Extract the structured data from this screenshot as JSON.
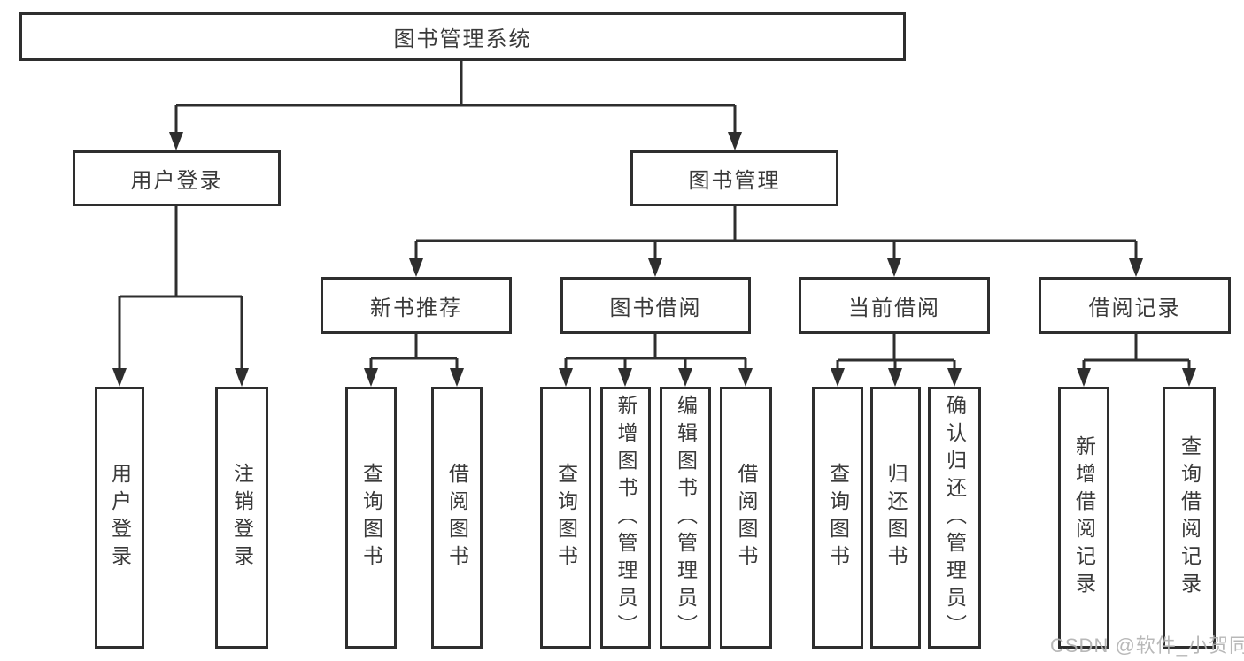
{
  "tree": {
    "root": "图书管理系统",
    "branches": [
      {
        "label": "用户登录",
        "leaves": [
          "用户登录",
          "注销登录"
        ]
      },
      {
        "label": "图书管理",
        "children": [
          {
            "label": "新书推荐",
            "leaves": [
              "查询图书",
              "借阅图书"
            ]
          },
          {
            "label": "图书借阅",
            "leaves": [
              "查询图书",
              "新增图书（管理员）",
              "编辑图书（管理员）",
              "借阅图书"
            ]
          },
          {
            "label": "当前借阅",
            "leaves": [
              "查询图书",
              "归还图书",
              "确认归还（管理员）"
            ]
          },
          {
            "label": "借阅记录",
            "leaves": [
              "新增借阅记录",
              "查询借阅记录"
            ]
          }
        ]
      }
    ]
  },
  "watermark": {
    "text": "CSDN @软件_小贺同学"
  },
  "colors": {
    "line": "#2e2e2e",
    "text": "#3a3a3a",
    "background": "#ffffff",
    "watermark": "#b2b2b2"
  }
}
